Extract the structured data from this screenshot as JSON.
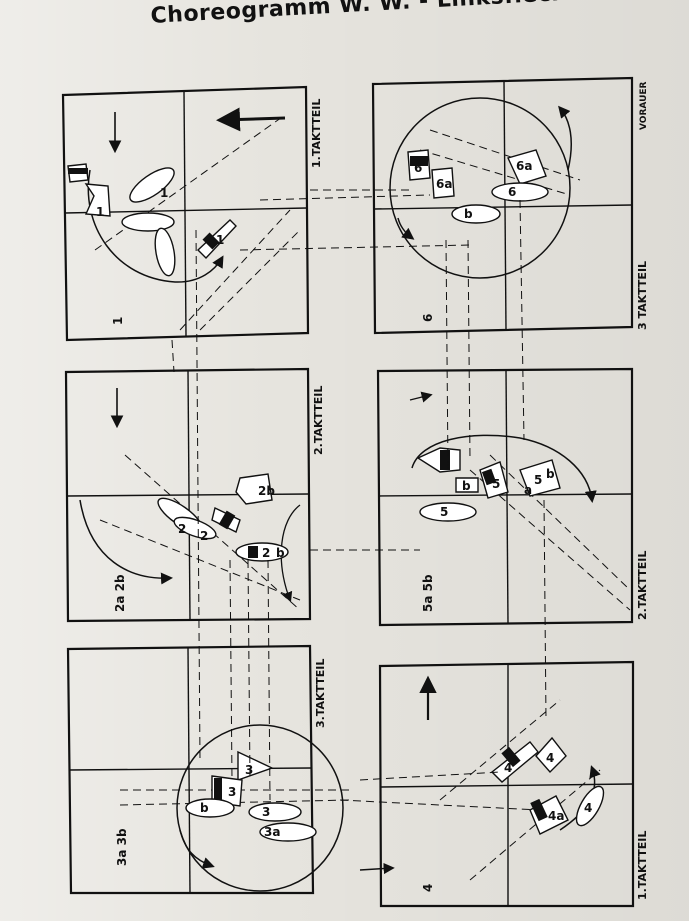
{
  "title": "Choreogramm  W. W.  -  Linksfleckerl",
  "panels": [
    {
      "id": "p1",
      "step_label": "1",
      "taktteil": "1.TAKTTEIL"
    },
    {
      "id": "p2",
      "step_label": "2a  2b",
      "taktteil": "2.TAKTTEIL"
    },
    {
      "id": "p3",
      "step_label": "3a  3b",
      "taktteil": "3.TAKTTEIL"
    },
    {
      "id": "p4",
      "step_label": "4",
      "taktteil": "1.TAKTTEIL"
    },
    {
      "id": "p5",
      "step_label": "5a  5b",
      "taktteil": "2.TAKTTEIL"
    },
    {
      "id": "p6",
      "step_label": "6",
      "taktteil": "3 TAKTTEIL",
      "corner_label": "VORAUER"
    }
  ],
  "foot_numbers": {
    "p1": [
      "1",
      "1",
      "1"
    ],
    "p2": [
      "2",
      "2",
      "2b",
      "2",
      "b"
    ],
    "p3": [
      "3",
      "3",
      "3",
      "b",
      "3a"
    ],
    "p4": [
      "4",
      "4",
      "4a",
      "4"
    ],
    "p5": [
      "5",
      "5",
      "b",
      "5",
      "a",
      "b"
    ],
    "p6": [
      "6a",
      "6",
      "6",
      "b",
      "6a"
    ]
  }
}
